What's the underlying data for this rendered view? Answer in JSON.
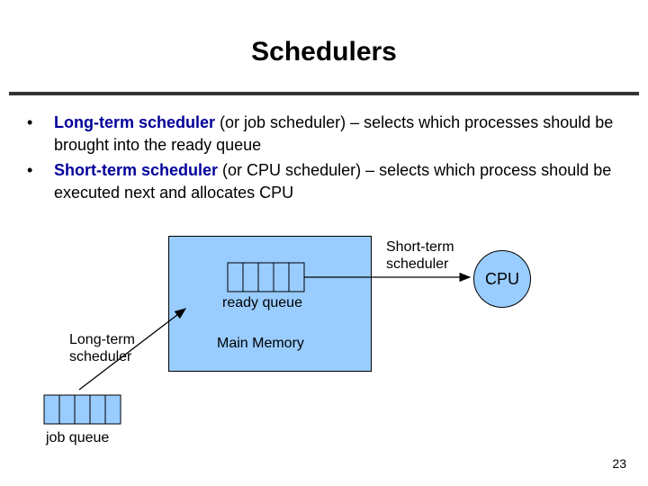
{
  "slide": {
    "title": "Schedulers",
    "page_number": "23"
  },
  "bullets": [
    {
      "term": "Long-term scheduler",
      "text": "  (or job scheduler) – selects which processes should be brought into the ready queue"
    },
    {
      "term": "Short-term scheduler",
      "text": "  (or CPU scheduler) – selects which process should be executed next and allocates CPU"
    }
  ],
  "bullet_glyph": "•",
  "diagram": {
    "short_term_label_1": "Short-term",
    "short_term_label_2": "scheduler",
    "cpu_label": "CPU",
    "ready_queue_label": "ready queue",
    "long_term_label_1": "Long-term",
    "long_term_label_2": "scheduler",
    "memory_label": "Main Memory",
    "job_queue_label": "job queue",
    "ready_queue_slots": 5,
    "job_queue_slots": 5
  },
  "colors": {
    "memory_fill": "#99ccff",
    "term_text": "#000099",
    "rule": "#333333"
  }
}
